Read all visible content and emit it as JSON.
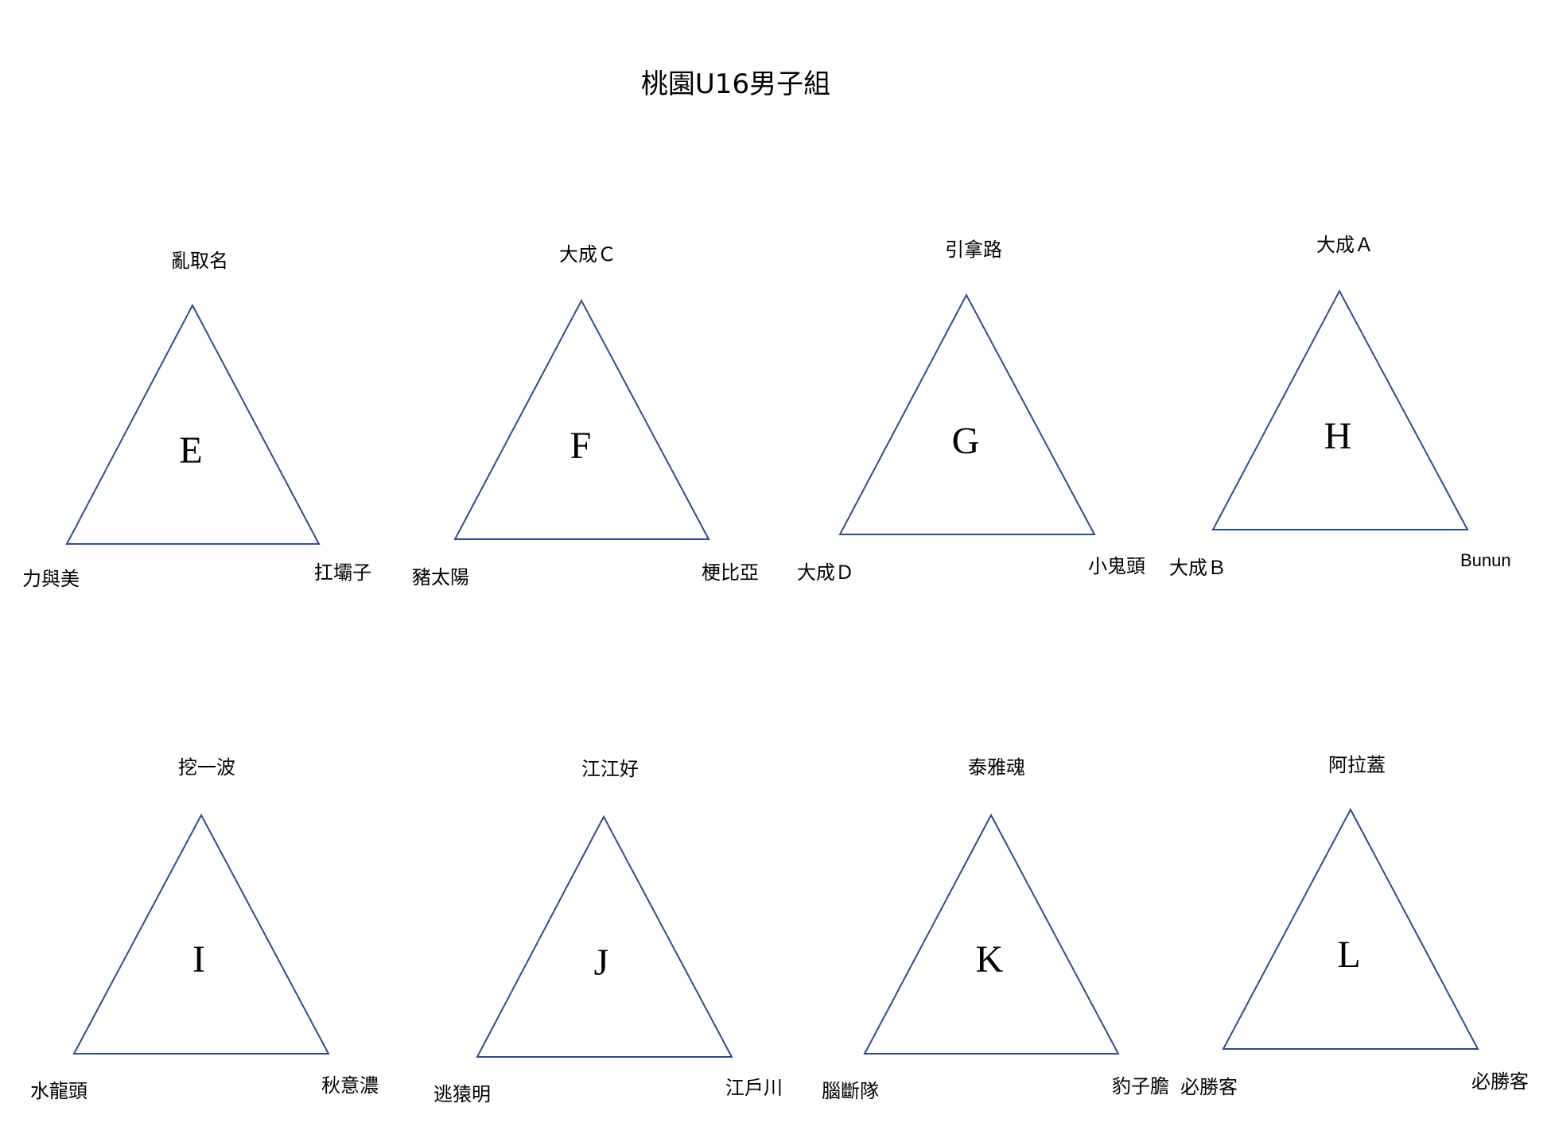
{
  "title": "桃園U16男子組",
  "colors": {
    "triangle_stroke": "#2f4c8a",
    "text": "#000000"
  },
  "groups": [
    {
      "letter": "E",
      "top": "亂取名",
      "left": "力與美",
      "right": "扛壩子"
    },
    {
      "letter": "F",
      "top": "大成Ｃ",
      "left": "豬太陽",
      "right": "梗比亞"
    },
    {
      "letter": "G",
      "top": "引拿路",
      "left": "大成Ｄ",
      "right": "小鬼頭"
    },
    {
      "letter": "H",
      "top": "大成Ａ",
      "left": "大成Ｂ",
      "right": "Bunun"
    },
    {
      "letter": "I",
      "top": "挖一波",
      "left": "水龍頭",
      "right": "秋意濃"
    },
    {
      "letter": "J",
      "top": "江江好",
      "left": "逃猿明",
      "right": "江戶川"
    },
    {
      "letter": "K",
      "top": "泰雅魂",
      "left": "腦斷隊",
      "right": "豹子膽"
    },
    {
      "letter": "L",
      "top": "阿拉蓋",
      "left": "必勝客",
      "right": "必勝客"
    }
  ]
}
